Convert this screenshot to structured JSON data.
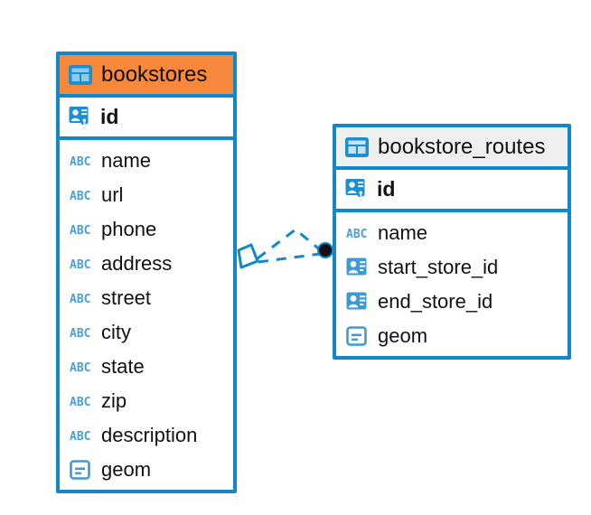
{
  "diagram": {
    "type": "entity-relationship-diagram",
    "background_color": "#FFFFFF",
    "accent_color": "#1288CA",
    "highlight_color": "#F8883C",
    "header_gray": "#EFEFEF",
    "icon_blue": "#1B8FD1",
    "icon_light_blue": "#6FB7E0"
  },
  "entities": [
    {
      "name": "bookstores",
      "header_icon": "table-icon",
      "header_style": "orange",
      "primary_key": {
        "label": "id",
        "icon": "primary-key-icon"
      },
      "fields": [
        {
          "label": "name",
          "icon": "abc-text-icon"
        },
        {
          "label": "url",
          "icon": "abc-text-icon"
        },
        {
          "label": "phone",
          "icon": "abc-text-icon"
        },
        {
          "label": "address",
          "icon": "abc-text-icon"
        },
        {
          "label": "street",
          "icon": "abc-text-icon"
        },
        {
          "label": "city",
          "icon": "abc-text-icon"
        },
        {
          "label": "state",
          "icon": "abc-text-icon"
        },
        {
          "label": "zip",
          "icon": "abc-text-icon"
        },
        {
          "label": "description",
          "icon": "abc-text-icon"
        },
        {
          "label": "geom",
          "icon": "geometry-icon"
        }
      ]
    },
    {
      "name": "bookstore_routes",
      "header_icon": "table-icon",
      "header_style": "gray",
      "primary_key": {
        "label": "id",
        "icon": "primary-key-icon"
      },
      "fields": [
        {
          "label": "name",
          "icon": "abc-text-icon"
        },
        {
          "label": "start_store_id",
          "icon": "foreign-key-icon"
        },
        {
          "label": "end_store_id",
          "icon": "foreign-key-icon"
        },
        {
          "label": "geom",
          "icon": "geometry-icon"
        }
      ]
    }
  ],
  "relationship": {
    "from_entity": "bookstores",
    "to_entity": "bookstore_routes",
    "line_style": "dashed",
    "line_color": "#1288CA",
    "source_marker": "diamond-marker",
    "target_marker": "filled-circle-marker"
  }
}
